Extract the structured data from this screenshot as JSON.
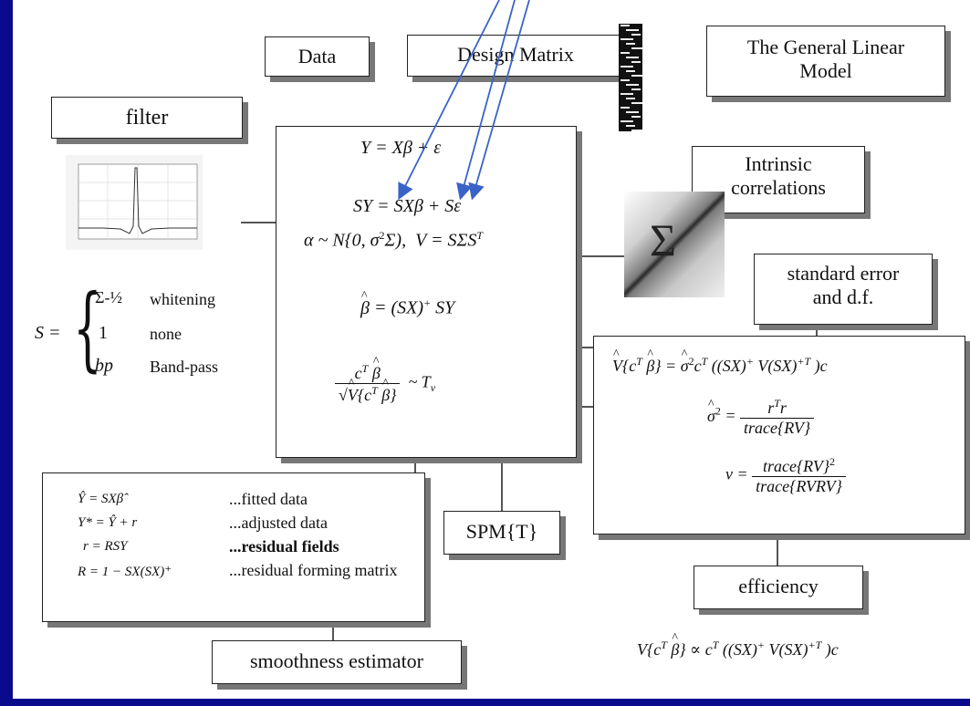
{
  "labels": {
    "data": "Data",
    "design_matrix": "Design Matrix",
    "title": "The General Linear Model",
    "filter": "filter",
    "intrinsic": "Intrinsic correlations",
    "stderr": "standard error and d.f.",
    "spmt": "SPM{T}",
    "efficiency": "efficiency",
    "smoothness": "smoothness estimator",
    "sigma": "Σ"
  },
  "s_cases": [
    {
      "sym": "Σ-½",
      "desc": "whitening"
    },
    {
      "sym": "1",
      "desc": "none"
    },
    {
      "sym": "bp",
      "desc": "Band-pass"
    }
  ],
  "residual_lines": [
    {
      "eq": "Ŷ = SXβ̂",
      "desc": "...fitted data"
    },
    {
      "eq": "Y* = Ŷ + r",
      "desc": "...adjusted data"
    },
    {
      "eq": "r = RSY",
      "desc": "...residual fields"
    },
    {
      "eq": "R = 1 − SX(SX)⁺",
      "desc": "...residual forming matrix"
    }
  ],
  "colors": {
    "background": "#0a0a8c",
    "arrow": "#3a63c8"
  }
}
